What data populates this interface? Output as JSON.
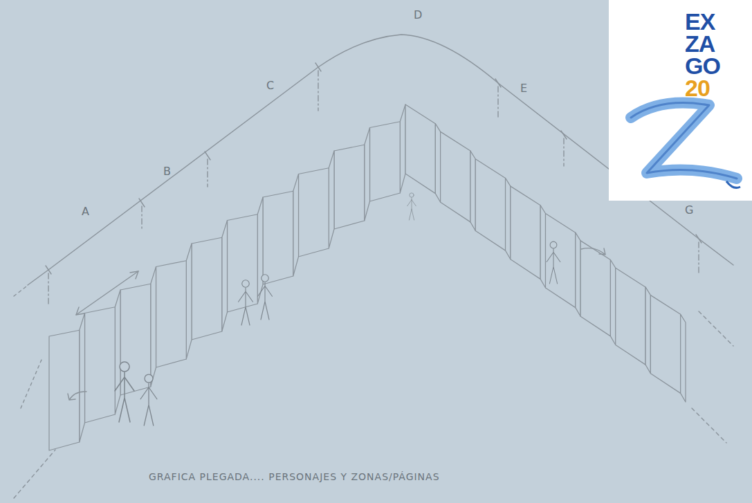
{
  "diagram": {
    "caption": "GRAFICA PLEGADA.... PERSONAJES Y ZONAS/PÁGINAS",
    "labels": [
      "A",
      "B",
      "C",
      "D",
      "E",
      "G",
      "EX",
      "ZA",
      "GO",
      "20"
    ]
  }
}
